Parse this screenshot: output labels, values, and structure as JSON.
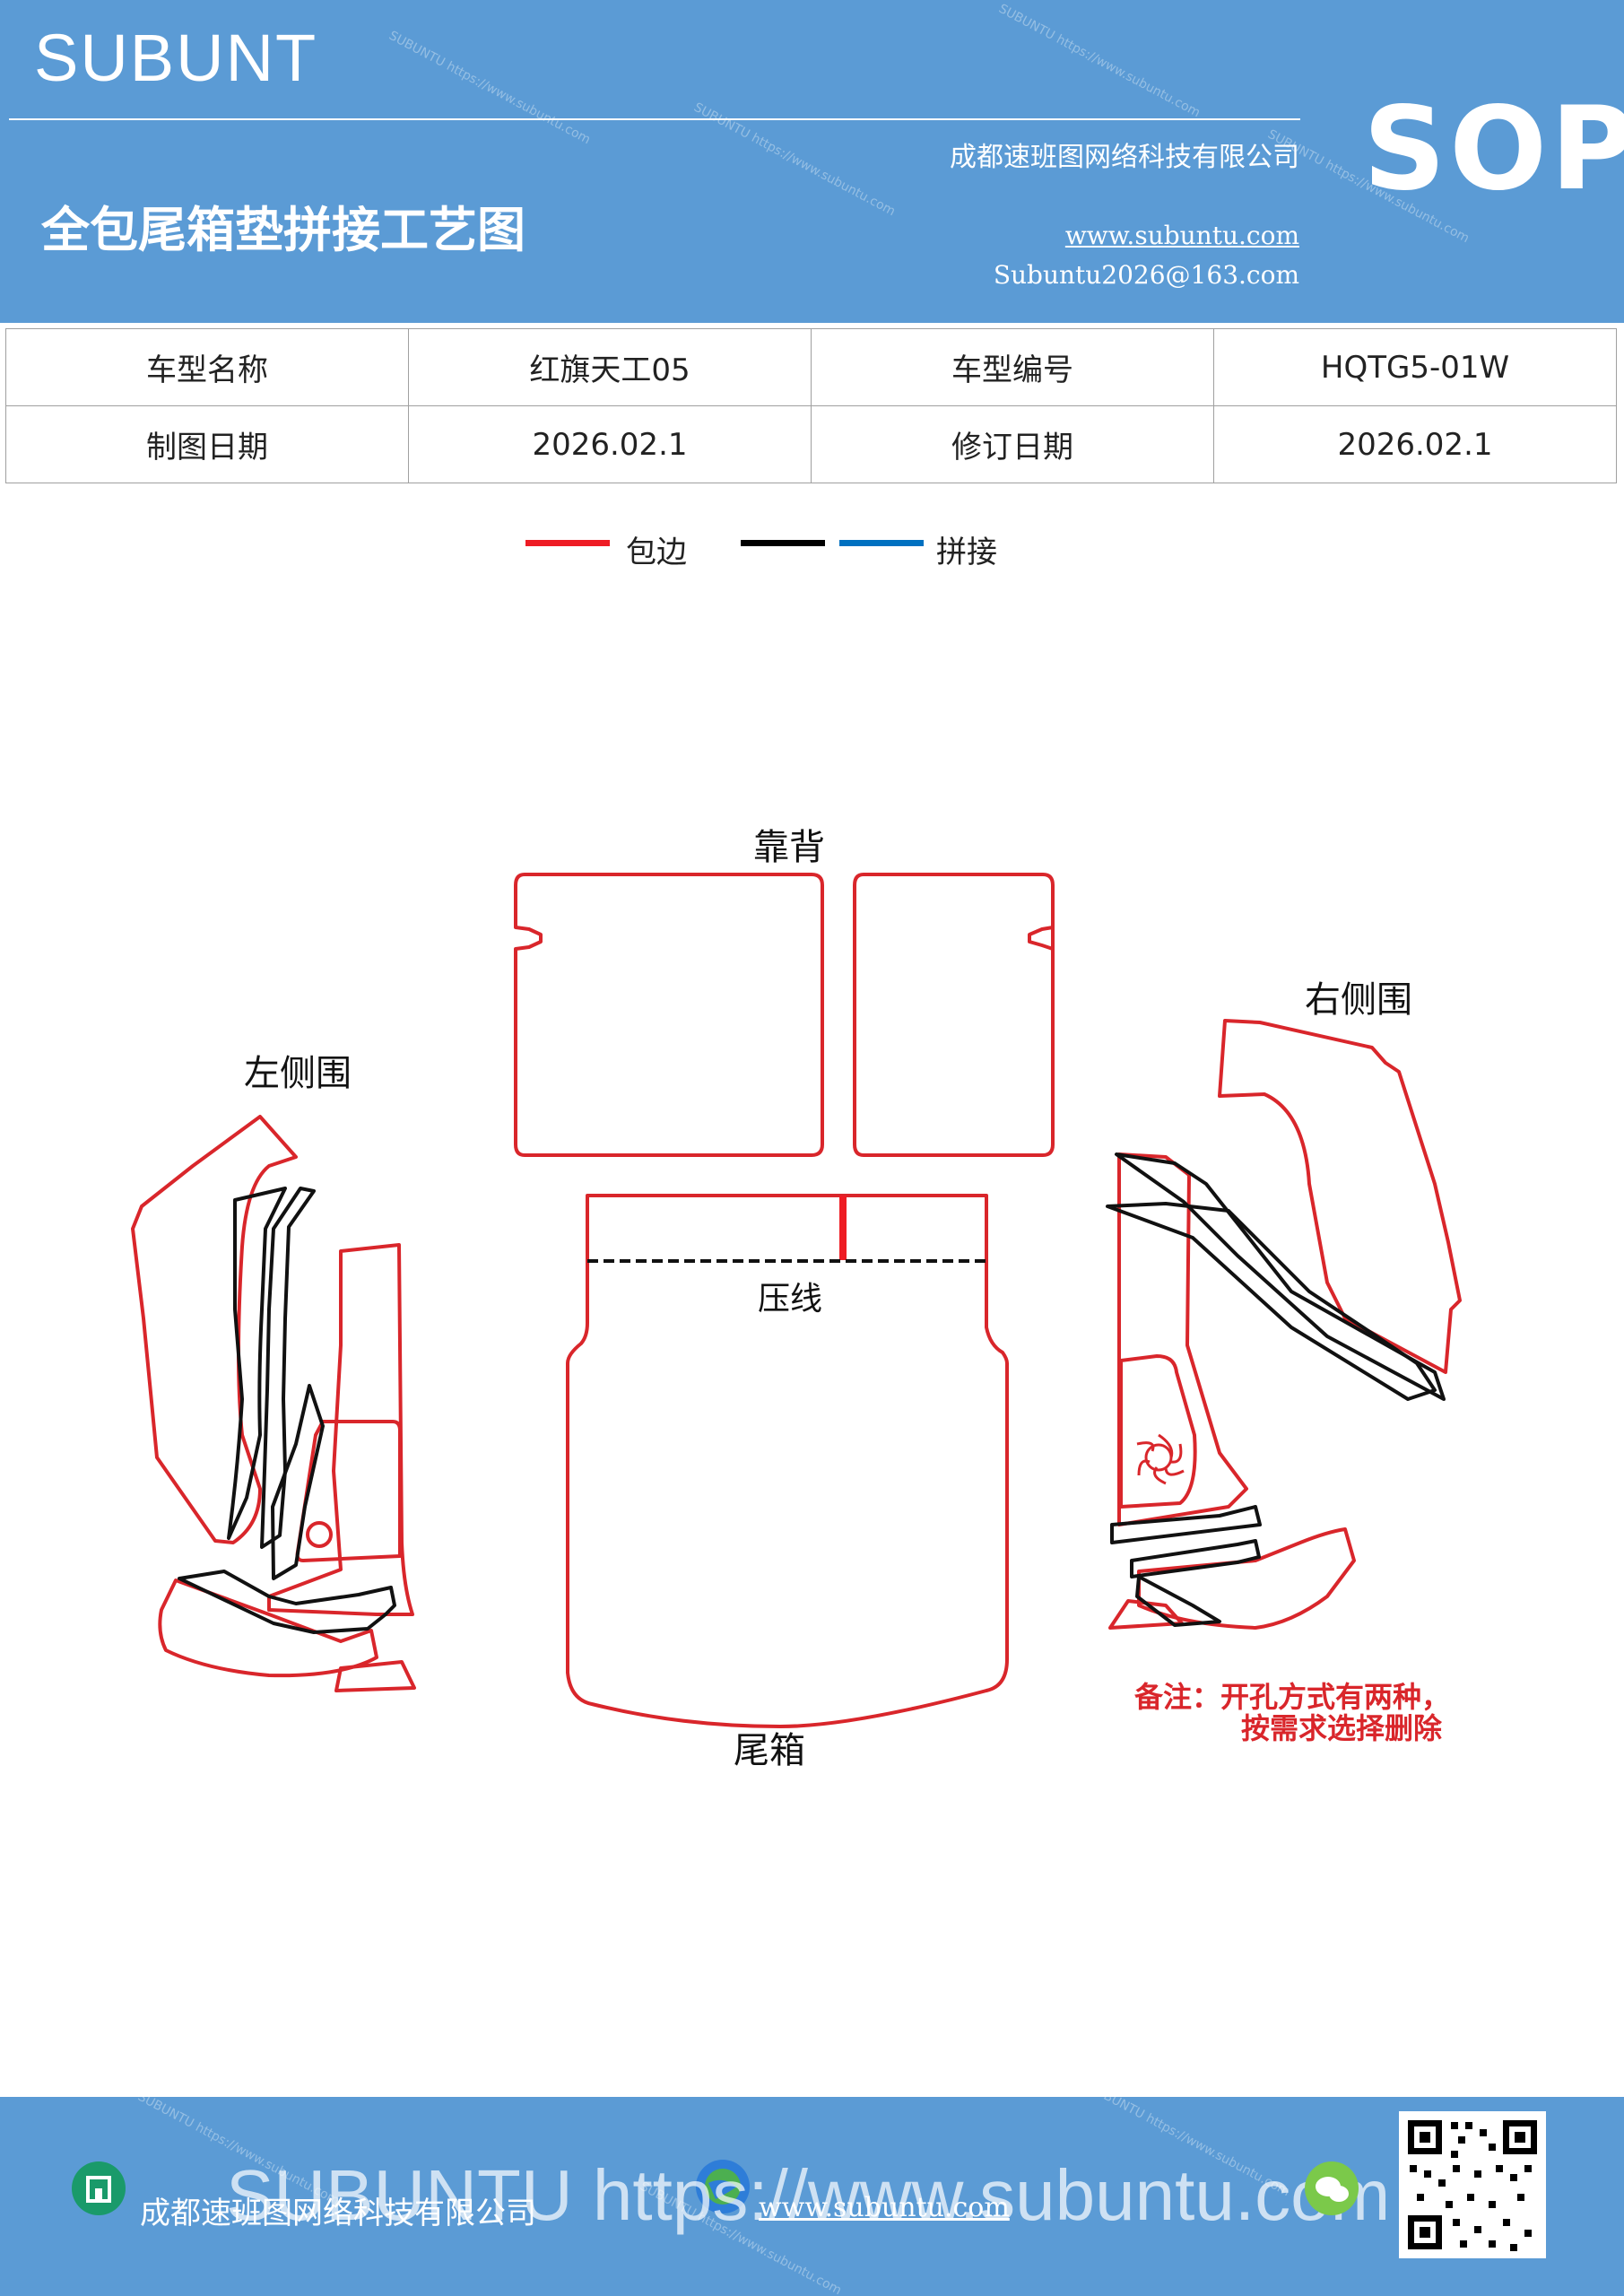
{
  "header": {
    "brand": "SUBUNT",
    "company": "成都速班图网络科技有限公司",
    "title": "全包尾箱垫拼接工艺图",
    "website": "www.subuntu.com",
    "email": "Subuntu2026@163.com",
    "badge": "SOP",
    "watermark": "SUBUNTU https://www.subuntu.com"
  },
  "info_table": {
    "rows": [
      {
        "label1": "车型名称",
        "value1": "红旗天工05",
        "label2": "车型编号",
        "value2": "HQTG5-01W"
      },
      {
        "label1": "制图日期",
        "value1": "2026.02.1",
        "label2": "修订日期",
        "value2": "2026.02.1"
      }
    ]
  },
  "legend": {
    "items": [
      {
        "label": "包边",
        "color": "#ee1c24"
      },
      {
        "label": "",
        "color": "#000000"
      },
      {
        "label": "拼接",
        "color": "#0070c0"
      }
    ]
  },
  "drawing": {
    "labels": {
      "backrest": "靠背",
      "right_side": "右侧围",
      "left_side": "左侧围",
      "crease": "压线",
      "trunk": "尾箱"
    },
    "note_line1": "备注：开孔方式有两种，",
    "note_line2": "按需求选择删除",
    "colors": {
      "edge": "#d9262b",
      "inner": "#111111",
      "note": "#d9262b"
    }
  },
  "footer": {
    "company": "成都速班图网络科技有限公司",
    "website": "www.subuntu.com",
    "overlay": "SUBUNTU https://www.subuntu.com",
    "icons": [
      "building-icon",
      "globe-icon",
      "wechat-icon",
      "qr-code"
    ]
  }
}
